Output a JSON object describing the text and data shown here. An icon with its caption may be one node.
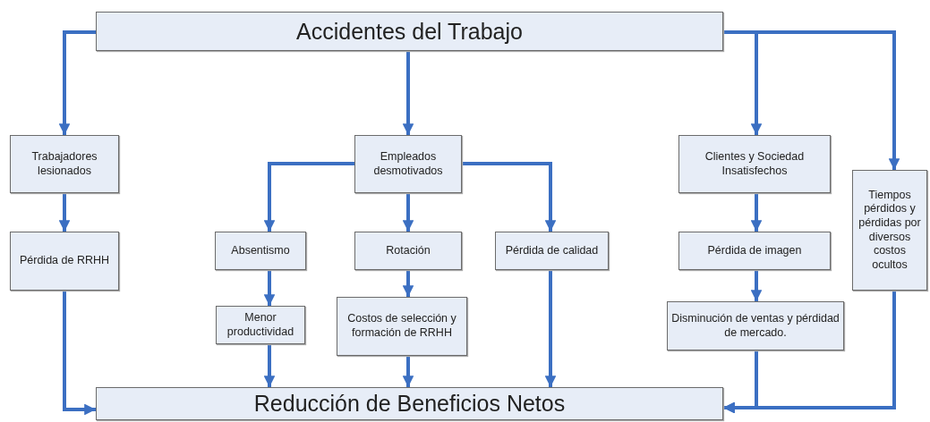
{
  "diagram": {
    "nodes": [
      {
        "text": [
          "Accidentes del Trabajo"
        ]
      },
      {
        "text": [
          "Trabajadores lesionados"
        ]
      },
      {
        "text": [
          "Pérdida de RRHH"
        ]
      },
      {
        "text": [
          "Empleados desmotivados"
        ]
      },
      {
        "text": [
          "Absentismo"
        ]
      },
      {
        "text": [
          "Rotación"
        ]
      },
      {
        "text": [
          "Pérdida de calidad"
        ]
      },
      {
        "text": [
          "Menor productividad"
        ]
      },
      {
        "text": [
          "Costos de selección y formación de RRHH"
        ]
      },
      {
        "text": [
          "Clientes y Sociedad Insatisfechos"
        ]
      },
      {
        "text": [
          "Pérdida de imagen"
        ]
      },
      {
        "text": [
          "Disminución de ventas y pérdidad de mercado."
        ]
      },
      {
        "text": [
          "Tiempos pérdidos y pérdidas por diversos costos ocultos"
        ]
      },
      {
        "text": [
          "Reducción de Beneficios Netos"
        ]
      }
    ],
    "edges": [
      {
        "from": 0,
        "to": 1,
        "arrow": "to"
      },
      {
        "from": 0,
        "to": 3,
        "arrow": "to"
      },
      {
        "from": 0,
        "to": 9,
        "arrow": "to"
      },
      {
        "from": 0,
        "to": 12,
        "arrow": "to"
      },
      {
        "from": 1,
        "to": 2,
        "arrow": "to"
      },
      {
        "from": 2,
        "to": 13,
        "arrow": "to"
      },
      {
        "from": 3,
        "to": 4,
        "arrow": "to"
      },
      {
        "from": 3,
        "to": 5,
        "arrow": "to"
      },
      {
        "from": 3,
        "to": 6,
        "arrow": "to"
      },
      {
        "from": 4,
        "to": 7,
        "arrow": "to"
      },
      {
        "from": 5,
        "to": 8,
        "arrow": "to"
      },
      {
        "from": 6,
        "to": 13,
        "arrow": "to"
      },
      {
        "from": 7,
        "to": 13,
        "arrow": "to"
      },
      {
        "from": 8,
        "to": 13,
        "arrow": "to"
      },
      {
        "from": 9,
        "to": 10,
        "arrow": "to"
      },
      {
        "from": 10,
        "to": 11,
        "arrow": "to"
      },
      {
        "from": 11,
        "to": 13,
        "arrow": "to"
      },
      {
        "from": 12,
        "to": 13,
        "arrow": "to"
      }
    ]
  }
}
